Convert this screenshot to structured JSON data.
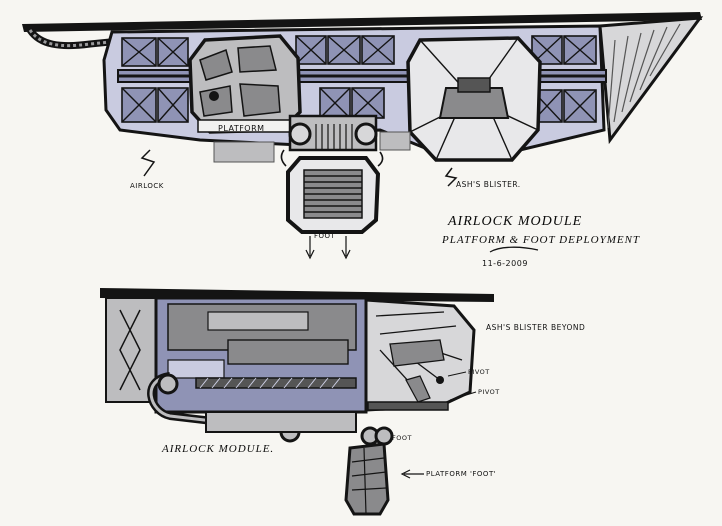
{
  "labels": {
    "platform": "PLATFORM",
    "airlock": "AIRLOCK",
    "ash_blister": "ASH'S BLISTER.",
    "foot": "FOOT",
    "title_line1": "AIRLOCK MODULE",
    "title_line2": "PLATFORM & FOOT DEPLOYMENT",
    "date": "11-6-2009",
    "ash_blister_beyond": "ASH'S BLISTER BEYOND",
    "pivot_upper": "PIVOT",
    "pivot_lower": "PIVOT",
    "airlock_module": "AIRLOCK MODULE.",
    "platform_foot": "PLATFORM 'FOOT'"
  },
  "colors": {
    "ink": "#141414",
    "marker_blue": "#8f93b5",
    "marker_blue_light": "#c9cbe0",
    "marker_grey": "#8a8a8c",
    "marker_grey_light": "#bdbdbf",
    "paper": "#f7f6f2"
  }
}
